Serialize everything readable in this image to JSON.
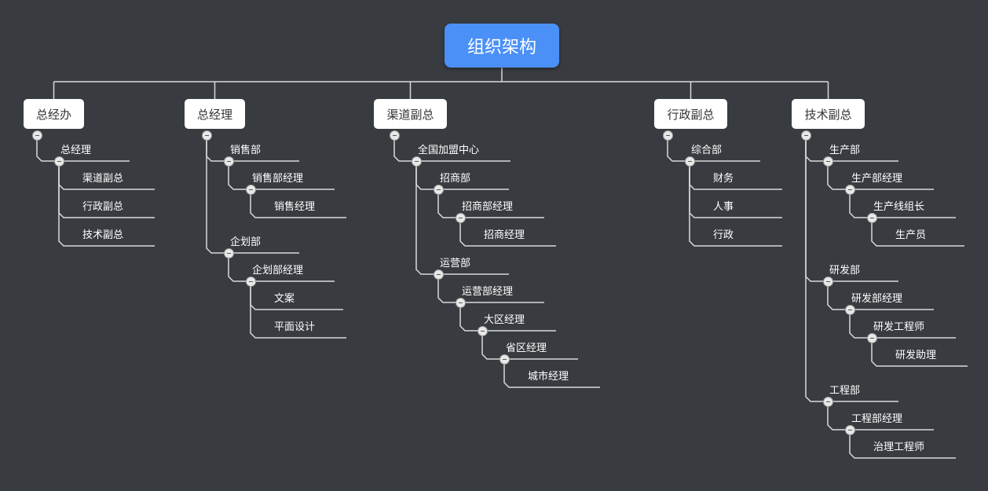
{
  "root": {
    "label": "组织架构"
  },
  "branches": [
    {
      "label": "总经办",
      "children": [
        {
          "label": "总经理",
          "children": [
            {
              "label": "渠道副总"
            },
            {
              "label": "行政副总"
            },
            {
              "label": "技术副总"
            }
          ]
        }
      ]
    },
    {
      "label": "总经理",
      "children": [
        {
          "label": "销售部",
          "children": [
            {
              "label": "销售部经理",
              "children": [
                {
                  "label": "销售经理"
                }
              ]
            }
          ]
        },
        {
          "label": "企划部",
          "children": [
            {
              "label": "企划部经理",
              "children": [
                {
                  "label": "文案"
                },
                {
                  "label": "平面设计"
                }
              ]
            }
          ]
        }
      ]
    },
    {
      "label": "渠道副总",
      "children": [
        {
          "label": "全国加盟中心",
          "children": [
            {
              "label": "招商部",
              "children": [
                {
                  "label": "招商部经理",
                  "children": [
                    {
                      "label": "招商经理"
                    }
                  ]
                }
              ]
            },
            {
              "label": "运营部",
              "children": [
                {
                  "label": "运营部经理",
                  "children": [
                    {
                      "label": "大区经理",
                      "children": [
                        {
                          "label": "省区经理",
                          "children": [
                            {
                              "label": "城市经理"
                            }
                          ]
                        }
                      ]
                    }
                  ]
                }
              ]
            }
          ]
        }
      ]
    },
    {
      "label": "行政副总",
      "children": [
        {
          "label": "综合部",
          "children": [
            {
              "label": "财务"
            },
            {
              "label": "人事"
            },
            {
              "label": "行政"
            }
          ]
        }
      ]
    },
    {
      "label": "技术副总",
      "children": [
        {
          "label": "生产部",
          "children": [
            {
              "label": "生产部经理",
              "children": [
                {
                  "label": "生产线组长",
                  "children": [
                    {
                      "label": "生产员"
                    }
                  ]
                }
              ]
            }
          ]
        },
        {
          "label": "研发部",
          "children": [
            {
              "label": "研发部经理",
              "children": [
                {
                  "label": "研发工程师",
                  "children": [
                    {
                      "label": "研发助理"
                    }
                  ]
                }
              ]
            }
          ]
        },
        {
          "label": "工程部",
          "children": [
            {
              "label": "工程部经理",
              "children": [
                {
                  "label": "治理工程师"
                }
              ]
            }
          ]
        }
      ]
    }
  ]
}
